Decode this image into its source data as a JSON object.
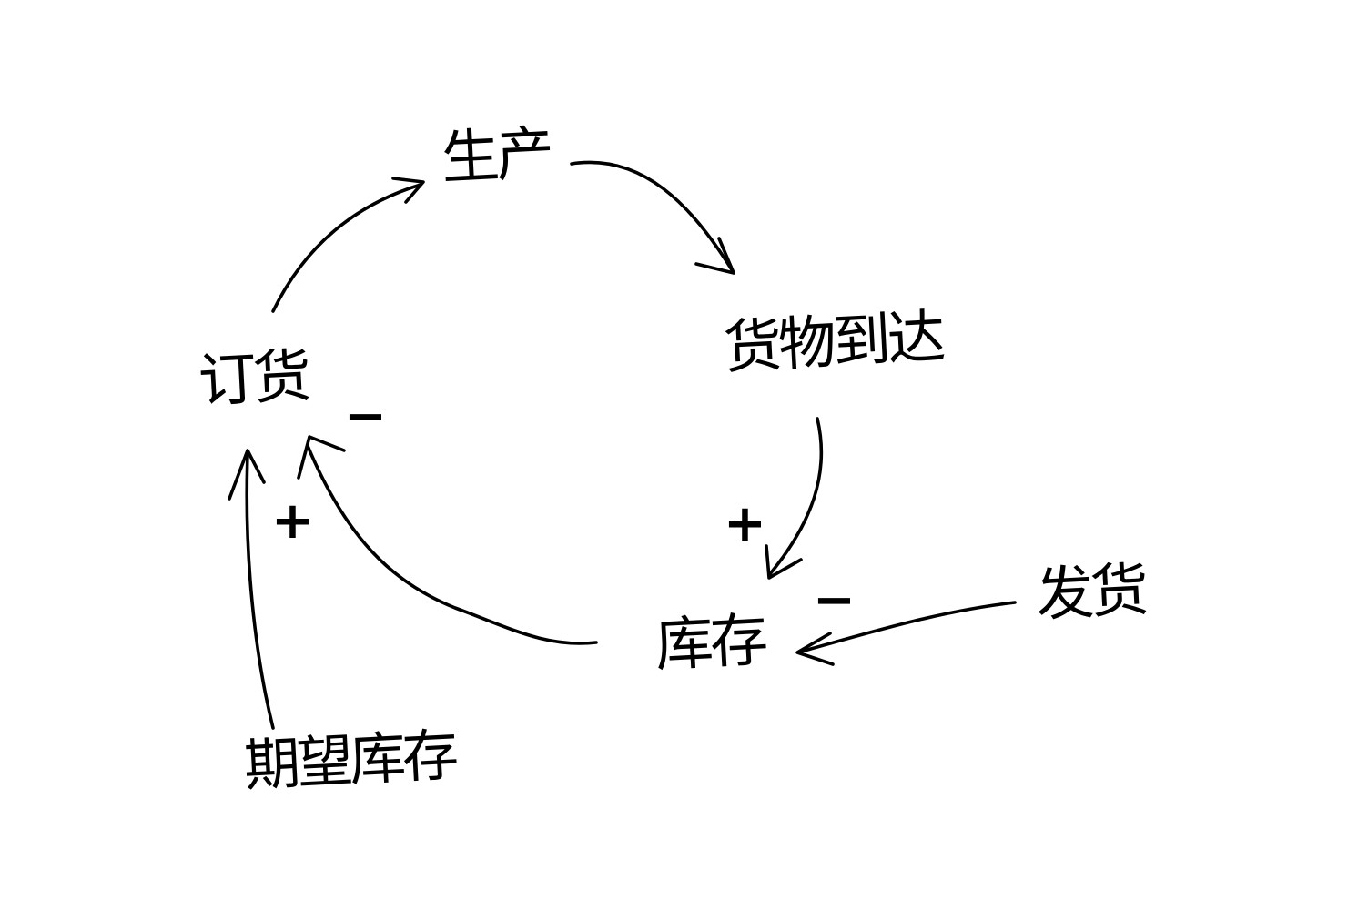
{
  "diagram": {
    "nodes": {
      "production": "生产",
      "arrival": "货物到达",
      "ordering": "订货",
      "inventory": "库存",
      "shipping": "发货",
      "desired_inventory": "期望库存"
    },
    "links": [
      {
        "from": "ordering",
        "to": "production",
        "sign": ""
      },
      {
        "from": "production",
        "to": "arrival",
        "sign": ""
      },
      {
        "from": "arrival",
        "to": "inventory",
        "sign": "+"
      },
      {
        "from": "inventory",
        "to": "ordering",
        "sign": "−"
      },
      {
        "from": "desired_inventory",
        "to": "ordering",
        "sign": "+"
      },
      {
        "from": "shipping",
        "to": "inventory",
        "sign": "−"
      }
    ],
    "stroke_color": "#000000",
    "background_color": "#ffffff"
  }
}
